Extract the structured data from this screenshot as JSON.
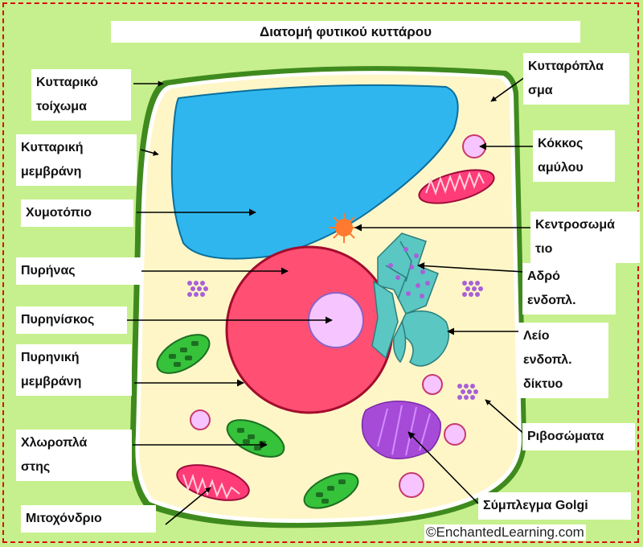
{
  "title": "Διατομή φυτικού κυττάρου",
  "labels": {
    "cell_wall": [
      "Κυτταρικό",
      "τοίχωμα"
    ],
    "cell_membrane": [
      "Κυτταρική",
      "μεμβράνη"
    ],
    "vacuole": [
      "Χυμοτόπιο"
    ],
    "nucleus": [
      "Πυρήνας"
    ],
    "nucleolus": [
      "Πυρηνίσκος"
    ],
    "nuclear_membrane": [
      "Πυρηνική",
      "μεμβράνη"
    ],
    "chloroplast": [
      "Χλωροπλά",
      "στης"
    ],
    "mitochondrion": [
      "Μιτοχόνδριο"
    ],
    "cytoplasm": [
      "Κυτταρόπλα",
      "σμα"
    ],
    "amyloplast": [
      "Κόκκος",
      "αμύλου"
    ],
    "centrosome": [
      "Κεντροσωμά",
      "τιο"
    ],
    "rough_er": [
      "Αδρό",
      "ενδοπλ."
    ],
    "smooth_er": [
      "Λείο",
      "ενδοπλ.",
      "δίκτυο"
    ],
    "ribosomes": [
      "Ριβοσώματα"
    ],
    "golgi": [
      "Σύμπλεγμα Golgi"
    ]
  },
  "credit": "©EnchantedLearning.com",
  "colors": {
    "background": "#c6f08d",
    "cell_wall": "#3f8a1e",
    "cytoplasm": "#fff6c8",
    "vacuole": "#2fb6ee",
    "nucleus": "#ff4f72",
    "nucleolus": "#f6c4ff",
    "chloroplast": "#36c23b",
    "mitochondrion": "#ff3c78",
    "er": "#5bc7c2",
    "golgi": "#a64bd8",
    "ribosome": "#a860d8",
    "centrosome": "#ff7a2e",
    "frame": "#d81010"
  }
}
